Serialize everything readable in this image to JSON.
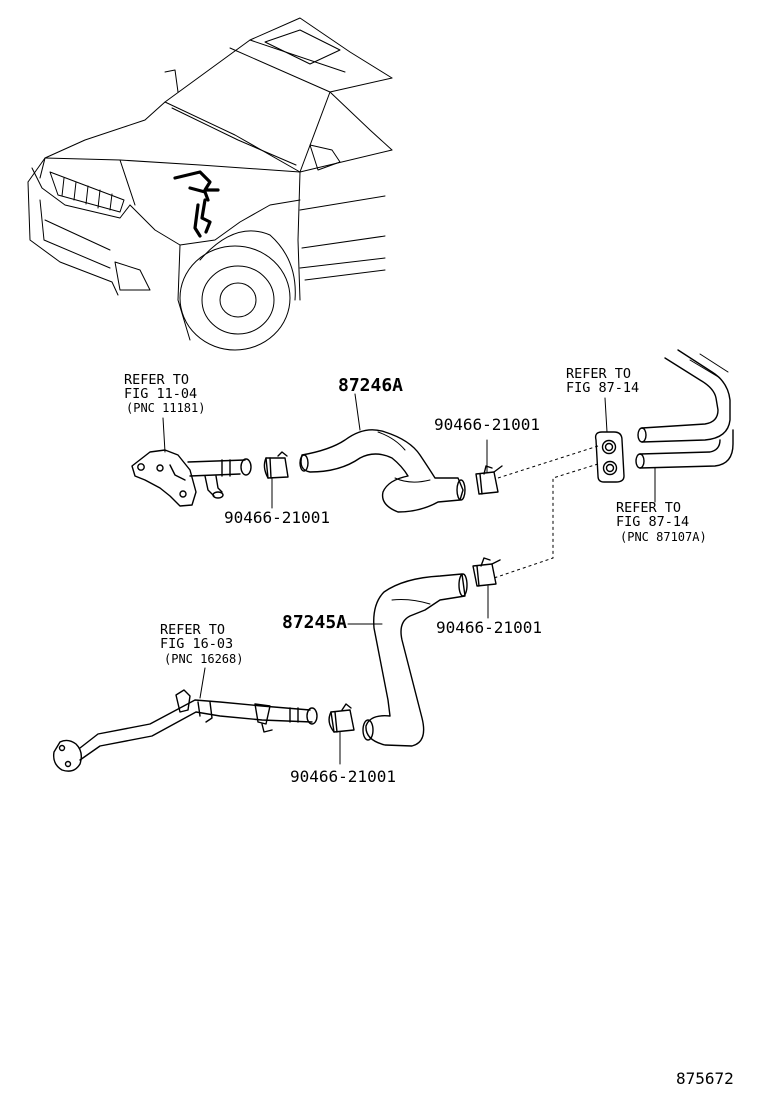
{
  "callouts": {
    "hose_upper": "87246A",
    "hose_lower": "87245A",
    "clamp_upper_left": "90466-21001",
    "clamp_upper_right": "90466-21001",
    "clamp_lower_right": "90466-21001",
    "clamp_lower_left": "90466-21001"
  },
  "refs": {
    "ref_1104": {
      "line1": "REFER TO",
      "line2": "FIG 11-04",
      "line3": "(PNC 11181)"
    },
    "ref_8714_top": {
      "line1": "REFER TO",
      "line2": "FIG 87-14"
    },
    "ref_8714_bottom": {
      "line1": "REFER TO",
      "line2": "FIG 87-14",
      "line3": "(PNC 87107A)"
    },
    "ref_1603": {
      "line1": "REFER TO",
      "line2": "FIG 16-03",
      "line3": "(PNC 16268)"
    }
  },
  "figure_number": "875672"
}
